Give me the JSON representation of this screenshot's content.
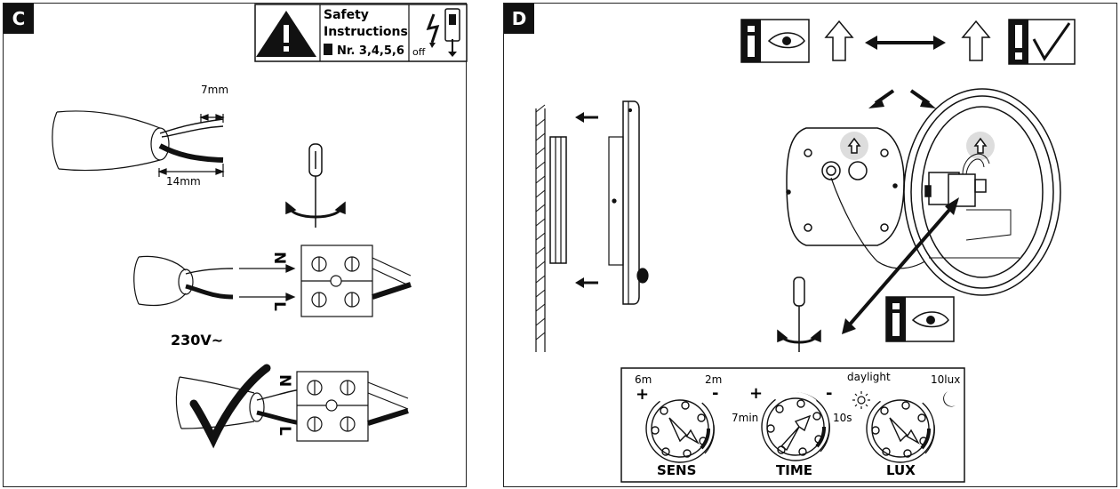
{
  "panel_c": {
    "badge": "C",
    "safety": {
      "line1": "Safety",
      "line2": "Instructions",
      "line3": "Nr. 3,4,5,6",
      "off": "off"
    },
    "dim_strip": "7mm",
    "dim_total": "14mm",
    "label_n": "N",
    "label_l": "L",
    "voltage": "230V~"
  },
  "panel_d": {
    "badge": "D",
    "sens": {
      "label": "SENS",
      "left": "6m",
      "right": "2m",
      "plus": "+",
      "minus": "-"
    },
    "time": {
      "label": "TIME",
      "left": "7min",
      "right": "10s",
      "plus": "+",
      "minus": "-"
    },
    "lux": {
      "label": "LUX",
      "left": "daylight",
      "right": "10lux"
    }
  },
  "icons": [
    "warning-icon",
    "power-off-icon",
    "screwdriver-icon",
    "info-eye-icon",
    "up-arrow-icon",
    "double-arrow-icon",
    "check-icon",
    "sun-icon",
    "moon-icon"
  ]
}
